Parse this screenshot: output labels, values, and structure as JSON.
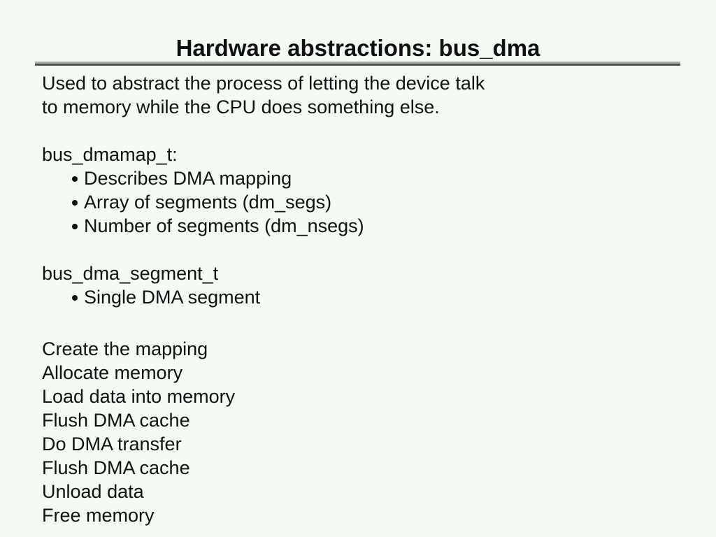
{
  "slide": {
    "title": "Hardware abstractions: bus_dma",
    "intro_lines": [
      "Used to abstract the process of letting the device talk",
      "to memory while the CPU does something else."
    ],
    "sections": [
      {
        "heading": "bus_dmamap_t:",
        "bullets": [
          "Describes DMA mapping",
          "Array of segments (dm_segs)",
          "Number of segments (dm_nsegs)"
        ]
      },
      {
        "heading": "bus_dma_segment_t",
        "bullets": [
          "Single DMA segment"
        ]
      }
    ],
    "steps": [
      "Create the mapping",
      "Allocate memory",
      "Load data into memory",
      "Flush DMA cache",
      "Do DMA transfer",
      "Flush DMA cache",
      "Unload data",
      "Free memory"
    ]
  },
  "colors": {
    "background": "#f4faf4",
    "text": "#111111",
    "rule_top": "#a9b1a9",
    "rule_bottom": "#4d554d"
  }
}
